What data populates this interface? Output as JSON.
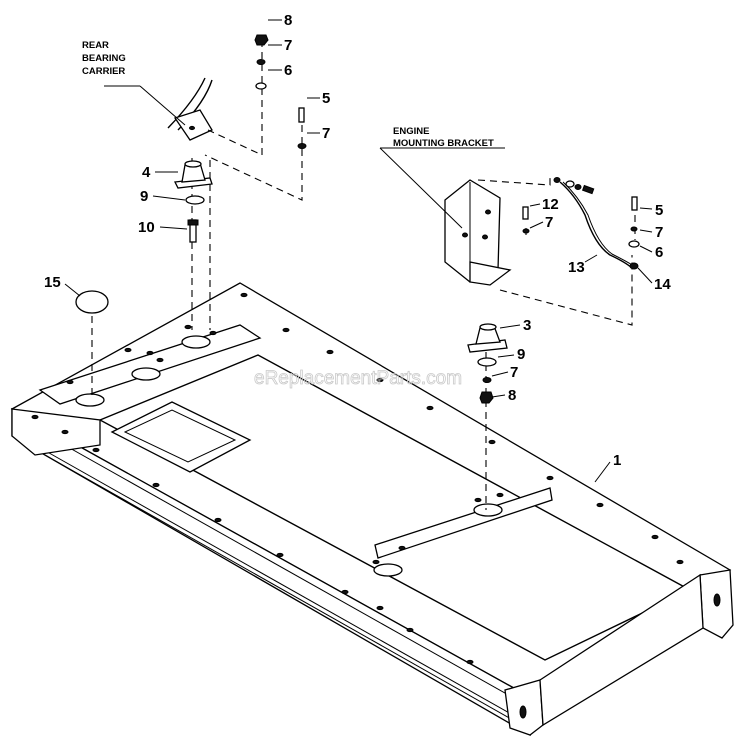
{
  "labels": {
    "rear_bearing_carrier": [
      "REAR",
      "BEARING",
      "CARRIER"
    ],
    "engine_mounting_bracket": [
      "ENGINE",
      "MOUNTING BRACKET"
    ]
  },
  "callouts": {
    "c1": "1",
    "c3": "3",
    "c4": "4",
    "c5a": "5",
    "c5b": "5",
    "c6a": "6",
    "c6b": "6",
    "c7a": "7",
    "c7b": "7",
    "c7c": "7",
    "c7d": "7",
    "c7e": "7",
    "c8a": "8",
    "c8b": "8",
    "c9a": "9",
    "c9b": "9",
    "c10": "10",
    "c12": "12",
    "c13": "13",
    "c14": "14",
    "c15": "15"
  },
  "watermark": "eReplacementParts.com"
}
